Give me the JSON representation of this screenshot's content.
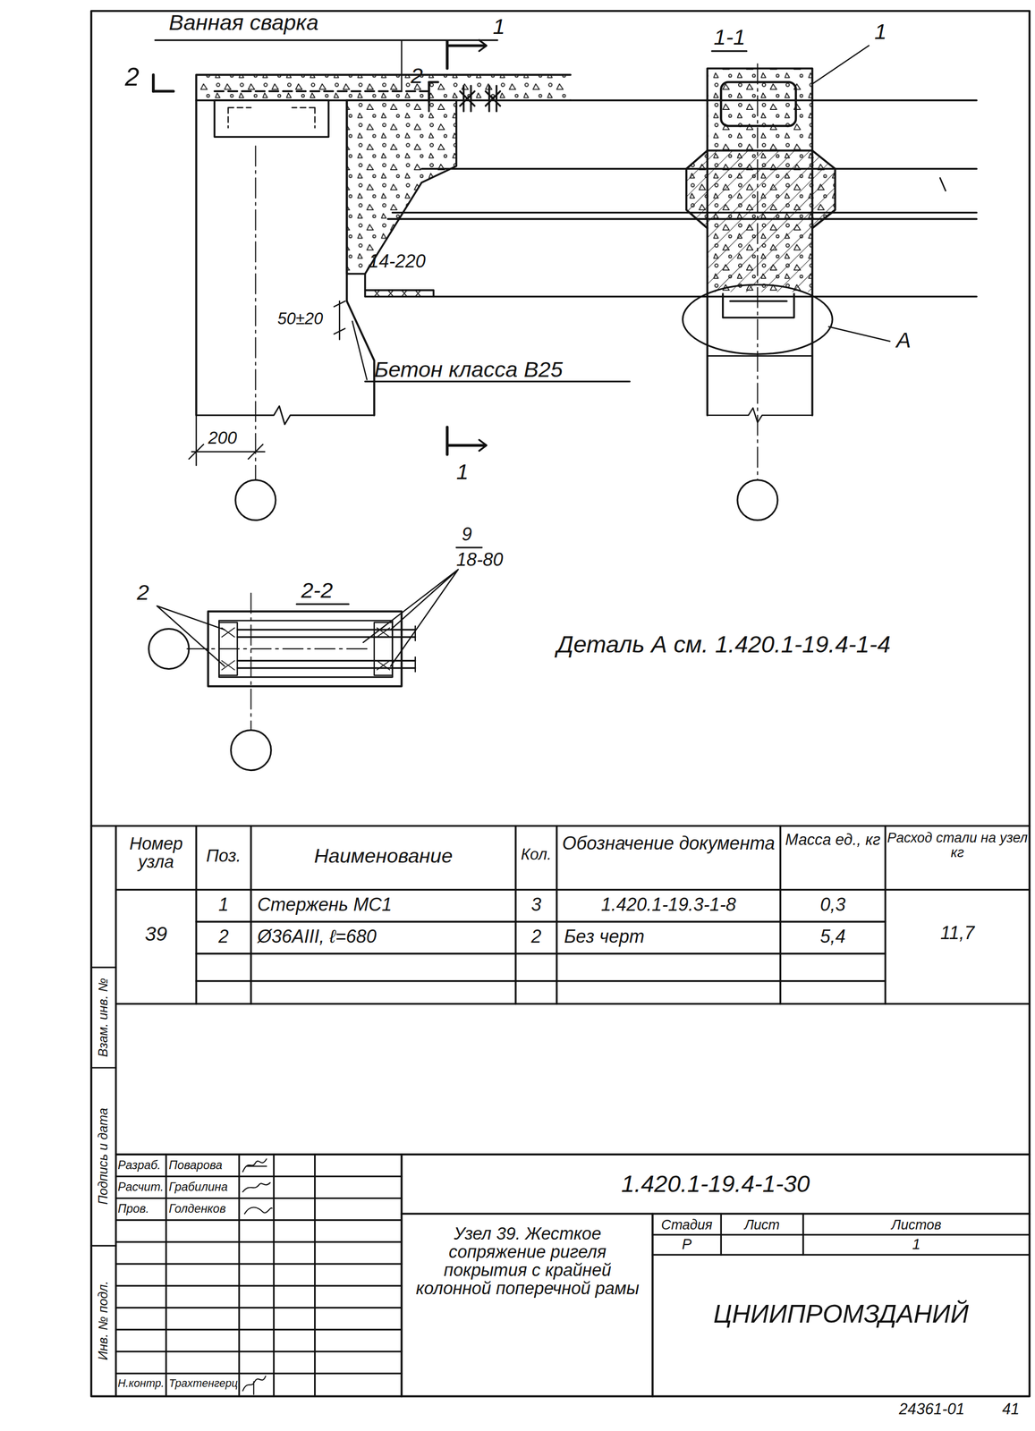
{
  "diagram": {
    "labels": [
      "Ванная сварка",
      "2",
      "2",
      "1",
      "1",
      "1-1",
      "1",
      "А",
      "14-220",
      "50±20",
      "Бетон класса В25",
      "200",
      "2-2",
      "2",
      "9",
      "18-80",
      "Деталь А см. 1.420.1-19.4-1-4",
      "Номер узла",
      "Поз.",
      "Наименование",
      "Кол.",
      "Обозначение документа",
      "Масса ед., кг",
      "Расход стали на узел кг",
      "39",
      "1",
      "Стержень МС1",
      "3",
      "1.420.1-19.3-1-8",
      "0,3",
      "2",
      "Ø36АIII, ℓ=680",
      "2",
      "Без черт",
      "5,4",
      "11,7",
      "Инв. № подл.",
      "Подпись и дата",
      "Взам. инв. №",
      "Разраб.",
      "Поварова",
      "Расчит.",
      "Грабилина",
      "Пров.",
      "Голденков",
      "Н.контр.",
      "Трахтенгерц",
      "1.420.1-19.4-1-30",
      "Узел 39. Жесткое сопряжение ригеля покрытия с крайней колонной поперечной рамы",
      "Стадия",
      "Лист",
      "Листов",
      "Р",
      "1",
      "ЦНИИПРОМЗДАНИЙ",
      "24361-01",
      "41"
    ]
  }
}
